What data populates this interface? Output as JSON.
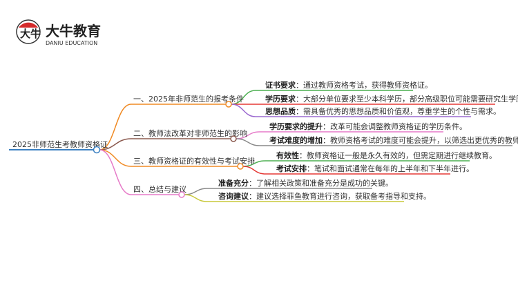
{
  "logo": {
    "brand_cn": "大牛教育",
    "brand_en": "DANIU EDUCATION",
    "mark_text": "大牛"
  },
  "root": {
    "label": "2025非师范生考教师资格证",
    "color": "#3a7fc1"
  },
  "branches": [
    {
      "label": "一、2025年非师范生的报考条件",
      "color": "#f08a24",
      "leaves": [
        {
          "key": "证书要求",
          "text": "：通过教师资格考试，获得教师资格证。",
          "color": "#4caf50"
        },
        {
          "key": "学历要求",
          "text": "：大部分单位要求至少本科学历，部分高级职位可能需要研究生学历。",
          "color": "#e53935"
        },
        {
          "key": "思想品质",
          "text": "：需具备优秀的思想品质和价值观，尊重学生的个性与需求。",
          "color": "#9c6ad0"
        }
      ]
    },
    {
      "label": "二、教师法改革对非师范生的影响",
      "color": "#8b5a4f",
      "leaves": [
        {
          "key": "学历要求的提升",
          "text": "：改革可能会调整教师资格证的学历条件。",
          "color": "#e67ac8"
        },
        {
          "key": "考试难度的增加",
          "text": "：教师资格考试的难度可能会提升，以筛选出更优秀的教师人选。",
          "color": "#888888"
        }
      ]
    },
    {
      "label": "三、教师资格证的有效性与考试安排",
      "color": "#f08a24",
      "leaves": [
        {
          "key": "有效性",
          "text": "：教师资格证一般是永久有效的，但需定期进行继续教育。",
          "color": "#4caf50"
        },
        {
          "key": "考试安排",
          "text": "：笔试和面试通常在每年的上半年和下半年进行。",
          "color": "#e53935"
        }
      ]
    },
    {
      "label": "四、总结与建议",
      "color": "#e67ac8",
      "leaves": [
        {
          "key": "准备充分",
          "text": "：了解相关政策和准备充分是成功的关键。",
          "color": "#888888"
        },
        {
          "key": "咨询建议",
          "text": "：建议选择菲鱼教育进行咨询，获取备考指导和支持。",
          "color": "#c8c83a"
        }
      ]
    }
  ]
}
